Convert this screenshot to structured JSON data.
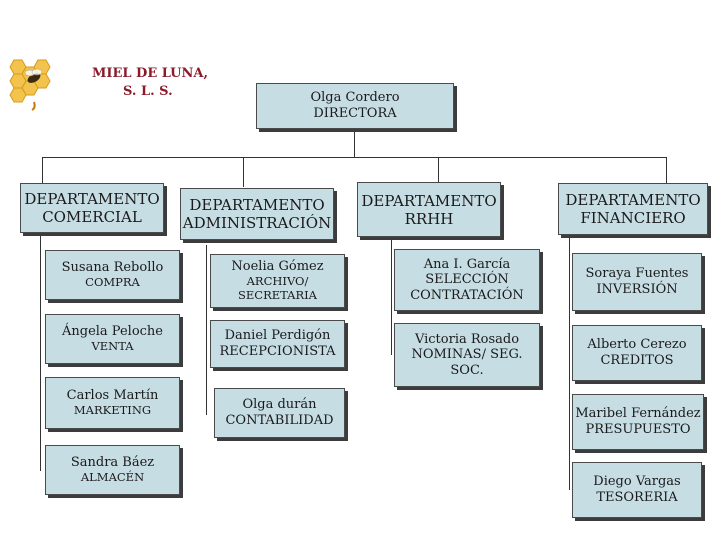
{
  "brand": {
    "line1": "MIEL DE LUNA,",
    "line2": "S. L. S."
  },
  "director": {
    "name": "Olga Cordero",
    "role": "DIRECTORA"
  },
  "departments": {
    "comercial": {
      "line1": "DEPARTAMENTO",
      "line2": "COMERCIAL"
    },
    "administracion": {
      "line1": "DEPARTAMENTO",
      "line2": "ADMINISTRACIÓN"
    },
    "rrhh": {
      "line1": "DEPARTAMENTO",
      "line2": "RRHH"
    },
    "financiero": {
      "line1": "DEPARTAMENTO",
      "line2": "FINANCIERO"
    }
  },
  "staff": {
    "comercial": [
      {
        "name": "Susana Rebollo",
        "role": "COMPRA"
      },
      {
        "name": "Ángela Peloche",
        "role": "VENTA"
      },
      {
        "name": "Carlos Martín",
        "role": "MARKETING"
      },
      {
        "name": "Sandra Báez",
        "role": "ALMACÉN"
      }
    ],
    "administracion": [
      {
        "name": "Noelia Gómez",
        "role": "ARCHIVO/",
        "role2": "SECRETARIA"
      },
      {
        "name": "Daniel Perdigón",
        "role": "RECEPCIONISTA"
      },
      {
        "name": "Olga durán",
        "role": "CONTABILIDAD"
      }
    ],
    "rrhh": [
      {
        "name": "Ana I. García",
        "role": "SELECCIÓN",
        "role2": "CONTRATACIÓN"
      },
      {
        "name": "Victoria Rosado",
        "role": "NOMINAS/ SEG.",
        "role2": "SOC."
      }
    ],
    "financiero": [
      {
        "name": "Soraya Fuentes",
        "role": "INVERSIÓN"
      },
      {
        "name": "Alberto Cerezo",
        "role": "CREDITOS"
      },
      {
        "name": "Maribel Fernández",
        "role": "PRESUPUESTO"
      },
      {
        "name": "Diego Vargas",
        "role": "TESORERIA"
      }
    ]
  },
  "colors": {
    "box_fill": "#c7dde4",
    "brand_text": "#8b1a2a",
    "lines": "#333333"
  }
}
